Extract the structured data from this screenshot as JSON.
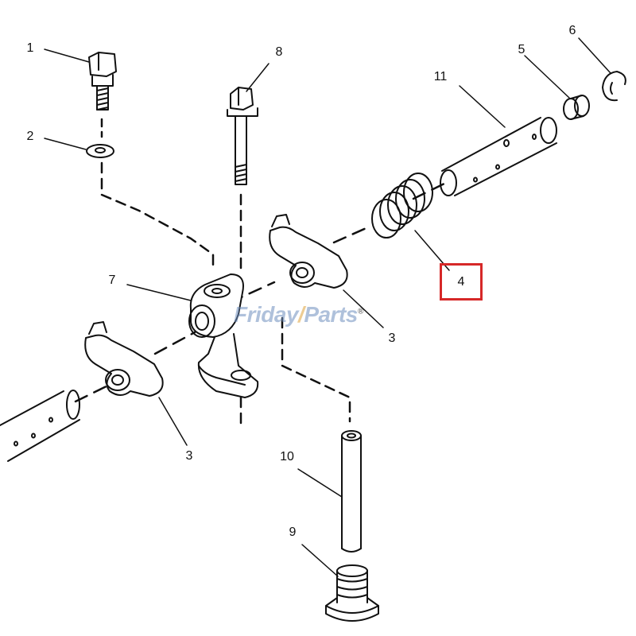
{
  "diagram": {
    "callouts": [
      {
        "id": "1",
        "label": "1"
      },
      {
        "id": "2",
        "label": "2"
      },
      {
        "id": "3a",
        "label": "3"
      },
      {
        "id": "3b",
        "label": "3"
      },
      {
        "id": "4",
        "label": "4"
      },
      {
        "id": "5",
        "label": "5"
      },
      {
        "id": "6",
        "label": "6"
      },
      {
        "id": "7",
        "label": "7"
      },
      {
        "id": "8",
        "label": "8"
      },
      {
        "id": "9",
        "label": "9"
      },
      {
        "id": "10",
        "label": "10"
      },
      {
        "id": "11",
        "label": "11"
      }
    ],
    "highlighted_part": "4",
    "highlight_color": "#d62828",
    "line_color": "#111111"
  },
  "watermark": {
    "part_a": "Friday",
    "part_b": "/",
    "part_c": "Parts",
    "mark": "®",
    "color_primary": "#6f8fbf",
    "color_accent": "#e0a33b"
  }
}
